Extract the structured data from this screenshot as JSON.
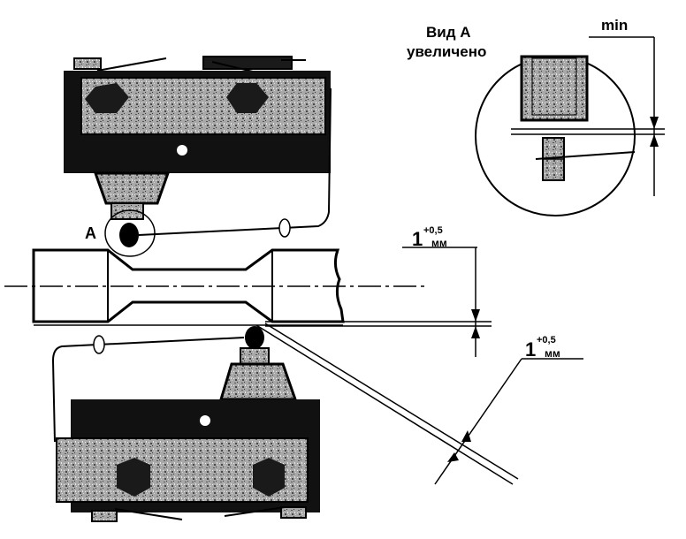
{
  "labels": {
    "view_title_line1": "Вид А",
    "view_title_line2": "увеличено",
    "min": "min",
    "point_a": "А",
    "dim_top": {
      "value": "1",
      "tolerance": "+0,5",
      "unit": "мм"
    },
    "dim_bottom": {
      "value": "1",
      "tolerance": "+0,5",
      "unit": "мм"
    }
  }
}
